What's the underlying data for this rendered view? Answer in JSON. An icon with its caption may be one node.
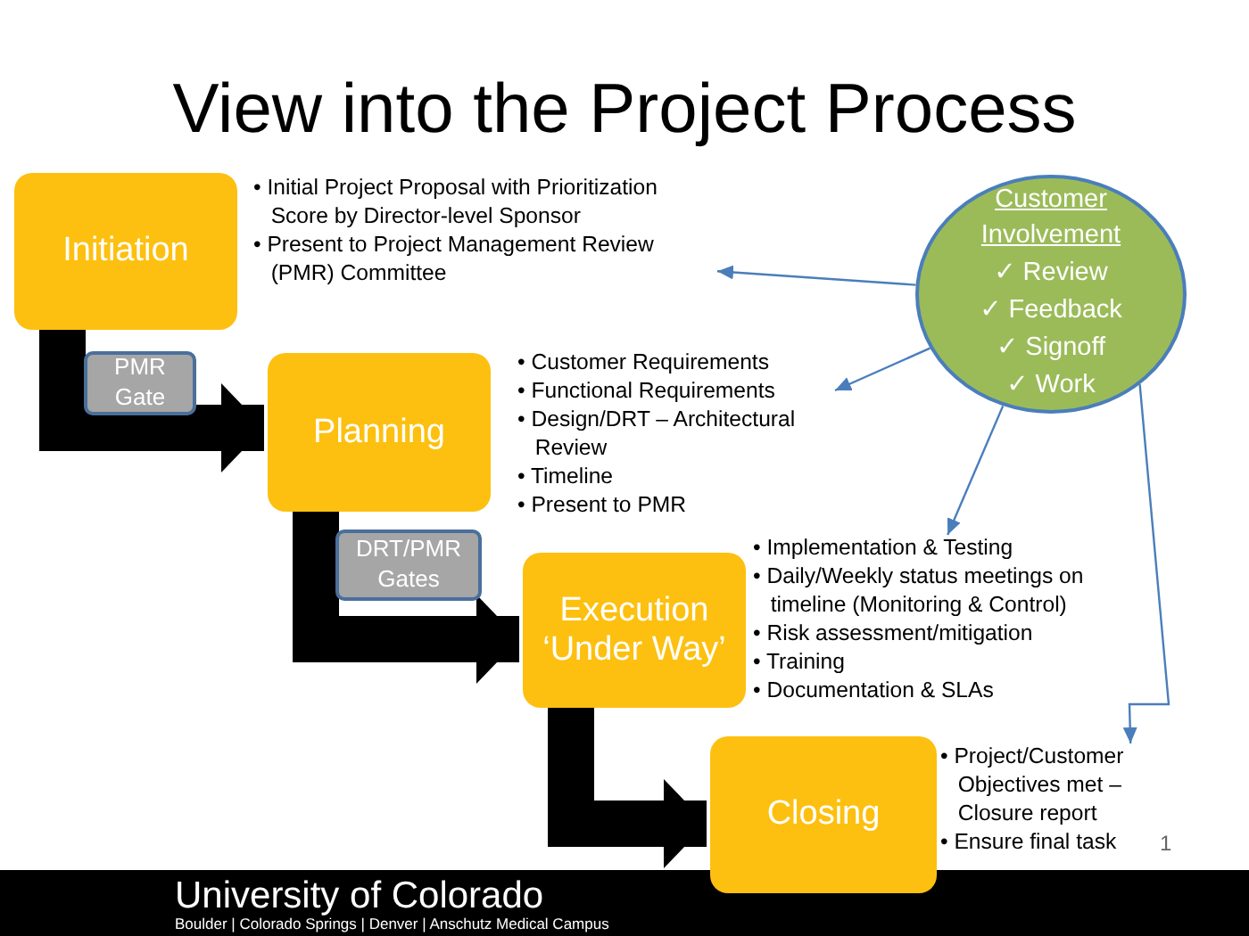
{
  "diagram": {
    "title": "View into the Project Process",
    "nodes": [
      {
        "text": [
          "Initiation"
        ]
      },
      {
        "text": [
          "• Initial Project Proposal with Prioritization Score by Director-level Sponsor",
          "• Present to Project Management Review (PMR) Committee"
        ]
      },
      {
        "text": [
          "PMR Gate"
        ]
      },
      {
        "text": [
          "Planning"
        ]
      },
      {
        "text": [
          "• Customer Requirements",
          "• Functional Requirements",
          "• Design/DRT – Architectural Review",
          "• Timeline",
          "• Present to PMR"
        ]
      },
      {
        "text": [
          "DRT/PMR Gates"
        ]
      },
      {
        "text": [
          "Execution ‘Under Way’"
        ]
      },
      {
        "text": [
          "• Implementation & Testing",
          "• Daily/Weekly status meetings on timeline (Monitoring & Control)",
          "• Risk assessment/mitigation",
          "• Training",
          "• Documentation & SLAs"
        ]
      },
      {
        "text": [
          "Closing"
        ]
      },
      {
        "text": [
          "• Project/Customer Objectives met – Closure report",
          "• Ensure final task"
        ]
      },
      {
        "text": [
          "Customer Involvement",
          "✓ Review",
          "✓ Feedback",
          "✓ Signoff",
          "✓ Work"
        ]
      }
    ],
    "edges": [
      {
        "from": 0,
        "to": 3,
        "arrow": "to",
        "style": "thick",
        "color": "#000000"
      },
      {
        "from": 3,
        "to": 6,
        "arrow": "to",
        "style": "thick",
        "color": "#000000"
      },
      {
        "from": 6,
        "to": 8,
        "arrow": "to",
        "style": "thick",
        "color": "#000000"
      },
      {
        "from": 10,
        "to": 1,
        "arrow": "to"
      },
      {
        "from": 10,
        "to": 4,
        "arrow": "to"
      },
      {
        "from": 10,
        "to": 7,
        "arrow": "to"
      },
      {
        "from": 10,
        "to": 9,
        "arrow": "to"
      }
    ],
    "labels": [
      "University of Colorado",
      "Boulder | Colorado Springs | Denver | Anschutz Medical Campus",
      "1"
    ]
  }
}
